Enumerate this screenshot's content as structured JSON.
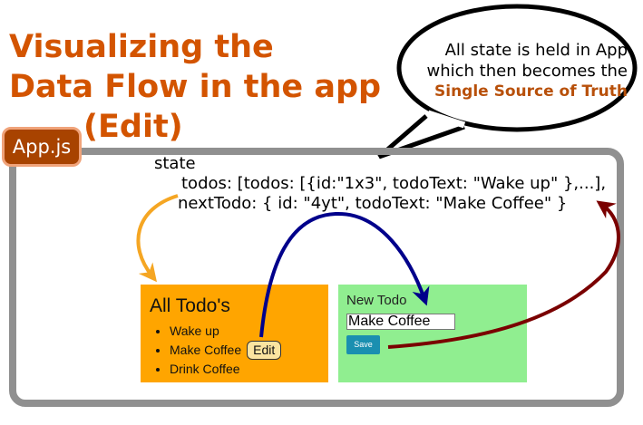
{
  "title": {
    "line1": "Visualizing the",
    "line2": "Data Flow in the app",
    "line3": "(Edit)"
  },
  "callout": {
    "line1": "All state is held in App",
    "line2": "which then becomes the",
    "highlight": "Single Source of Truth"
  },
  "app": {
    "tag": "App.js",
    "state_label": "state",
    "state_line1": "todos: [todos: [{id:\"1x3\", todoText: \"Wake up\" },...],",
    "state_line2": "nextTodo: { id: \"4yt\", todoText: \"Make Coffee\" }"
  },
  "todos_panel": {
    "heading": "All Todo's",
    "items": [
      "Wake up",
      "Make Coffee",
      "Drink Coffee"
    ],
    "edit_label": "Edit"
  },
  "new_todo_panel": {
    "label": "New Todo",
    "input_value": "Make Coffee",
    "save_label": "Save"
  },
  "colors": {
    "title": "#d35400",
    "todos_panel_bg": "#ffa500",
    "new_panel_bg": "#90ee90",
    "save_button": "#1a8fb0",
    "arrow_state_to_list": "#f5a623",
    "arrow_edit_to_state": "#00008b",
    "arrow_save_to_state": "#7a0000"
  }
}
